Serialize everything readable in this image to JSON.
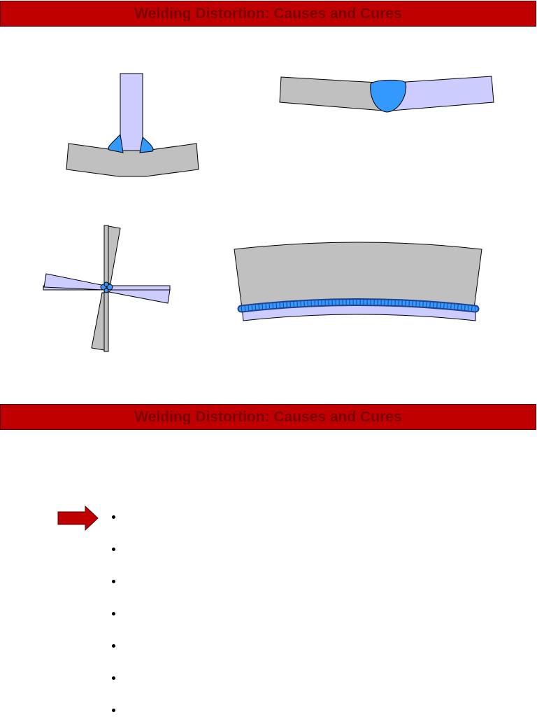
{
  "slides": [
    {
      "title": "Welding Distortion: Causes and Cures"
    },
    {
      "title": "Welding Distortion: Causes and Cures",
      "bullet_count": 7
    }
  ],
  "colors": {
    "banner": "#c00000",
    "banner_text": "#7a0000",
    "plate_gray": "#c0c0c0",
    "plate_lavender": "#ccccff",
    "weld_blue": "#3399ff",
    "arrow_red": "#c00000"
  },
  "icons": {
    "pointer": "right-arrow-icon"
  }
}
